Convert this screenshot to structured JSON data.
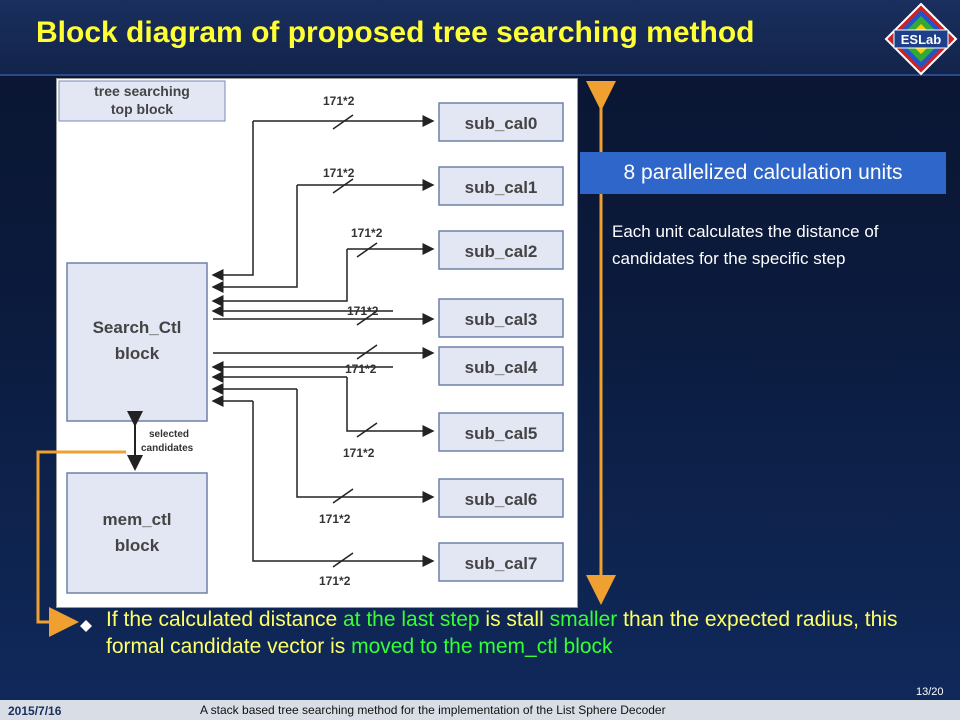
{
  "slide": {
    "title": "Block diagram of proposed tree searching method",
    "logo_text": "ESLab",
    "date": "2015/7/16",
    "footer_title": "A stack based tree searching method for  the implementation of the List Sphere Decoder",
    "page": "13/20"
  },
  "diagram": {
    "top_block_line1": "tree searching",
    "top_block_line2": "top block",
    "search_ctl_line1": "Search_Ctl",
    "search_ctl_line2": "block",
    "mem_ctl_line1": "mem_ctl",
    "mem_ctl_line2": "block",
    "selected_line1": "selected",
    "selected_line2": "candidates",
    "units": [
      "sub_cal0",
      "sub_cal1",
      "sub_cal2",
      "sub_cal3",
      "sub_cal4",
      "sub_cal5",
      "sub_cal6",
      "sub_cal7"
    ],
    "bus_label": "171*2"
  },
  "callout": {
    "label": "8 parallelized calculation units",
    "description": "Each unit calculates the distance of candidates for the specific step"
  },
  "bullet": {
    "p1": "If the calculated distance ",
    "p2": "at the last step",
    "p3": " is stall ",
    "p4": "smaller",
    "p5": " than the expected radius, this formal candidate vector is ",
    "p6": "moved to the mem_ctl block"
  },
  "colors": {
    "title": "#ffff33",
    "accent_orange": "#f0a030",
    "callout_bg": "#2f66c9",
    "bullet_yellow": "#ffff66",
    "bullet_green": "#33ff33"
  }
}
